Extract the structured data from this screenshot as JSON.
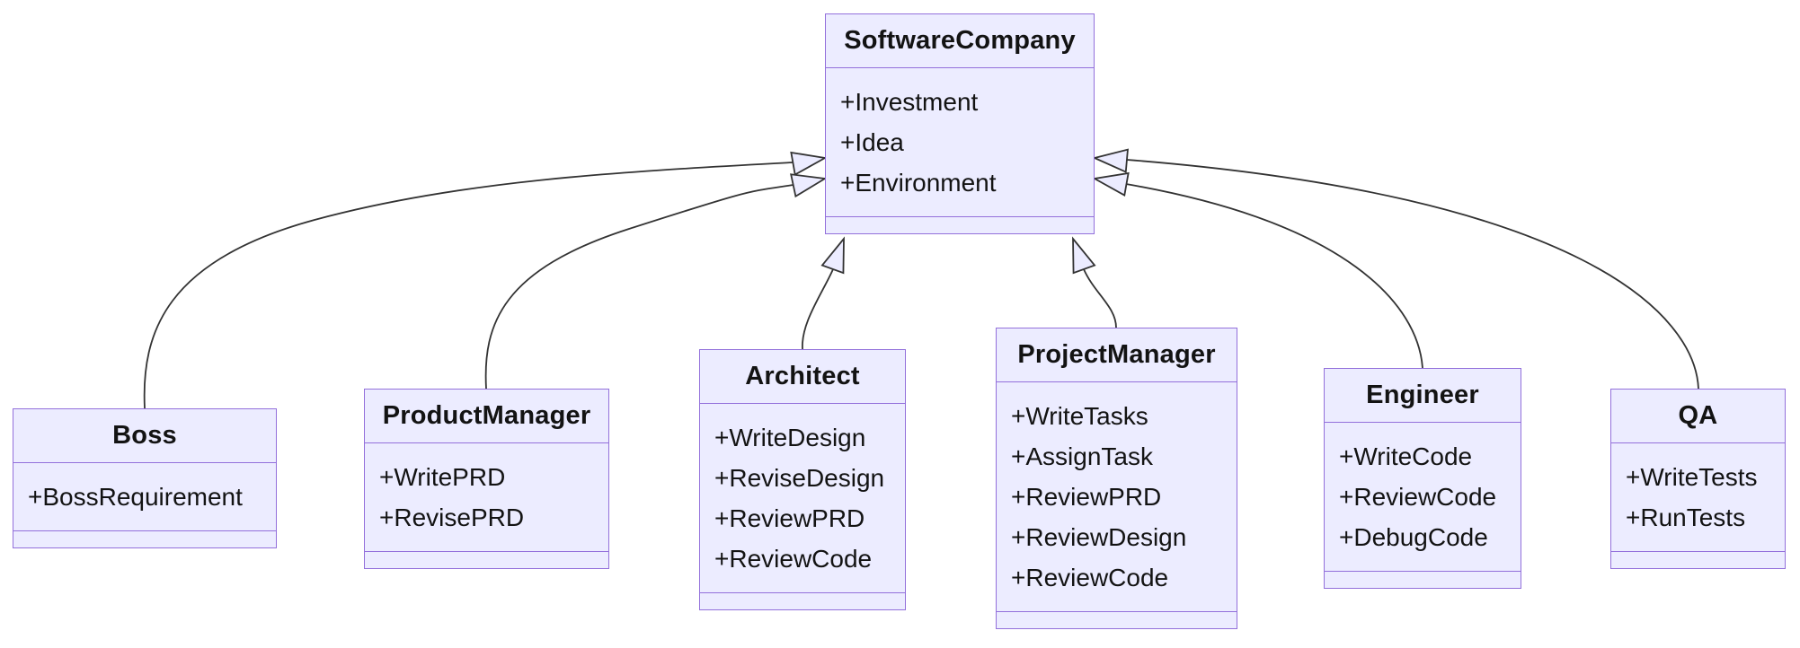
{
  "diagram": {
    "type": "uml-class-diagram",
    "colors": {
      "box_fill": "#ECECFF",
      "box_border": "#9370DB",
      "edge_line": "#333333",
      "text": "#131313",
      "background": "#ffffff"
    },
    "classes": [
      {
        "name": "SoftwareCompany",
        "members": [
          "+Investment",
          "+Idea",
          "+Environment"
        ]
      },
      {
        "name": "Boss",
        "members": [
          "+BossRequirement"
        ]
      },
      {
        "name": "ProductManager",
        "members": [
          "+WritePRD",
          "+RevisePRD"
        ]
      },
      {
        "name": "Architect",
        "members": [
          "+WriteDesign",
          "+ReviseDesign",
          "+ReviewPRD",
          "+ReviewCode"
        ]
      },
      {
        "name": "ProjectManager",
        "members": [
          "+WriteTasks",
          "+AssignTask",
          "+ReviewPRD",
          "+ReviewDesign",
          "+ReviewCode"
        ]
      },
      {
        "name": "Engineer",
        "members": [
          "+WriteCode",
          "+ReviewCode",
          "+DebugCode"
        ]
      },
      {
        "name": "QA",
        "members": [
          "+WriteTests",
          "+RunTests"
        ]
      }
    ],
    "relations": [
      {
        "from": "Boss",
        "to": "SoftwareCompany",
        "type": "inheritance"
      },
      {
        "from": "ProductManager",
        "to": "SoftwareCompany",
        "type": "inheritance"
      },
      {
        "from": "Architect",
        "to": "SoftwareCompany",
        "type": "inheritance"
      },
      {
        "from": "ProjectManager",
        "to": "SoftwareCompany",
        "type": "inheritance"
      },
      {
        "from": "Engineer",
        "to": "SoftwareCompany",
        "type": "inheritance"
      },
      {
        "from": "QA",
        "to": "SoftwareCompany",
        "type": "inheritance"
      }
    ]
  }
}
